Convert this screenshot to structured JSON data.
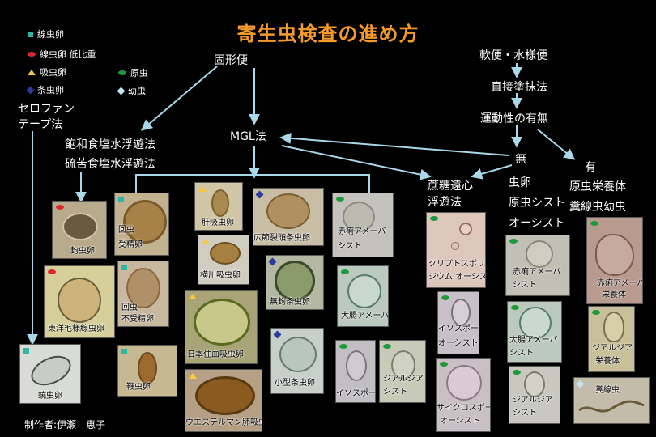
{
  "title": "寄生虫検査の進め方",
  "legend": [
    {
      "label": "線虫卵",
      "marker": "square",
      "color": "#2fb5a6"
    },
    {
      "label": "線虫卵 低比重",
      "marker": "oval",
      "color": "#e02828"
    },
    {
      "label": "吸虫卵",
      "marker": "triangle",
      "color": "#f5c842"
    },
    {
      "label": "条虫卵",
      "marker": "diamond",
      "color": "#2b3a9b"
    },
    {
      "label": "原虫",
      "marker": "oval",
      "color": "#1f9a3a"
    },
    {
      "label": "幼虫",
      "marker": "diamond",
      "color": "#bfe6f0"
    }
  ],
  "flow": {
    "solid_stool": "固形便",
    "soft_stool": "軟便・水様便",
    "direct_smear": "直接塗抹法",
    "motility": "運動性の有無",
    "cellophane_1": "セロファン",
    "cellophane_2": "テープ法",
    "saturated_1": "飽和食塩水浮遊法",
    "saturated_2": "硫苦食塩水浮遊法",
    "mgl": "MGL法",
    "sucrose_1": "蔗糖遠心",
    "sucrose_2": "浮遊法",
    "absent": "無",
    "absent_list": [
      "虫卵",
      "原虫シスト",
      "オーシスト"
    ],
    "present": "有",
    "present_list": [
      "原虫栄養体",
      "糞線虫幼虫"
    ]
  },
  "photos": {
    "enterobius": "蟯虫卵",
    "hookworm": "鉤虫卵",
    "trichostrongylus": "東洋毛様線虫卵",
    "ascaris_fert_1": "回虫",
    "ascaris_fert_2": "受精卵",
    "ascaris_unfert_1": "回虫",
    "ascaris_unfert_2": "不受精卵",
    "trichuris": "鞭虫卵",
    "clonorchis": "肝吸虫卵",
    "metagonimus": "横川吸虫卵",
    "schistosoma": "日本住血吸虫卵",
    "paragonimus": "ウエステルマン肺吸虫卵",
    "diphyllobothrium": "広節裂頭条虫卵",
    "taenia": "無鉤条虫卵",
    "hymenolepis": "小型条虫卵",
    "eh_cyst_1": "赤痢アメーバ",
    "eh_cyst_2": "シスト",
    "ecoli": "大腸アメーバ",
    "isospora_a": "イソスポーラ",
    "giardia_a_1": "ジアルジア",
    "giardia_a_2": "シスト",
    "crypto_1": "クリプトスポリ",
    "crypto_2": "ジウム オーシスト",
    "isospora_b_1": "イソスポーラ",
    "isospora_b_2": "オーシスト",
    "cyclospora_1": "サイクロスポーラ",
    "cyclospora_2": "オーシスト",
    "eh_cyst_b_1": "赤痢アメーバ",
    "eh_cyst_b_2": "シスト",
    "ecoli_cyst_1": "大腸アメーバ",
    "ecoli_cyst_2": "シスト",
    "giardia_b_1": "ジアルジア",
    "giardia_b_2": "シスト",
    "eh_troph_1": "赤痢アメーバ",
    "eh_troph_2": "栄養体",
    "giardia_troph_1": "ジアルジア",
    "giardia_troph_2": "栄養体",
    "strongyloides": "糞線虫"
  },
  "credit": "制作者:伊瀬　恵子"
}
